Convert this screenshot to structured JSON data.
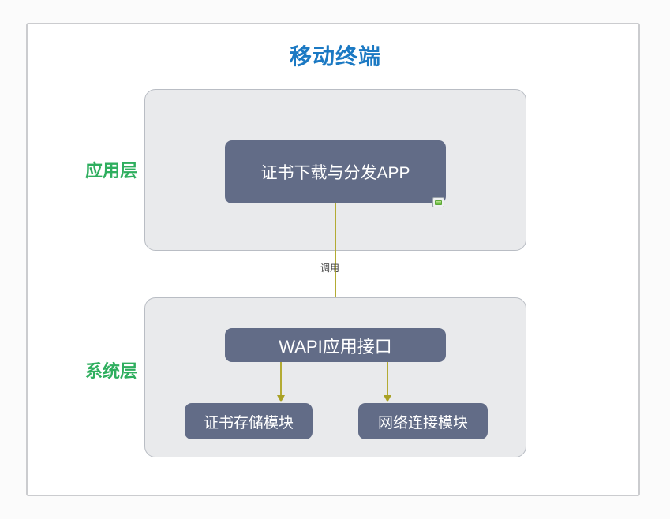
{
  "diagram": {
    "title": "移动终端",
    "app_layer": {
      "label": "应用层",
      "app_node": "证书下载与分发APP"
    },
    "system_layer": {
      "label": "系统层",
      "api_node": "WAPI应用接口",
      "cert_store_node": "证书存储模块",
      "network_node": "网络连接模块"
    },
    "edges": {
      "call_label": "调用"
    },
    "colors": {
      "title_blue": "#1b79c3",
      "layer_label_green": "#2eae5e",
      "node_fill": "#626c87",
      "node_text": "#ffffff",
      "group_fill": "#e9eaec",
      "group_border": "#b9bdc4",
      "frame_border": "#cbcccf",
      "arrow_olive": "#b3ab34",
      "badge_green": "#6fbe45"
    }
  }
}
